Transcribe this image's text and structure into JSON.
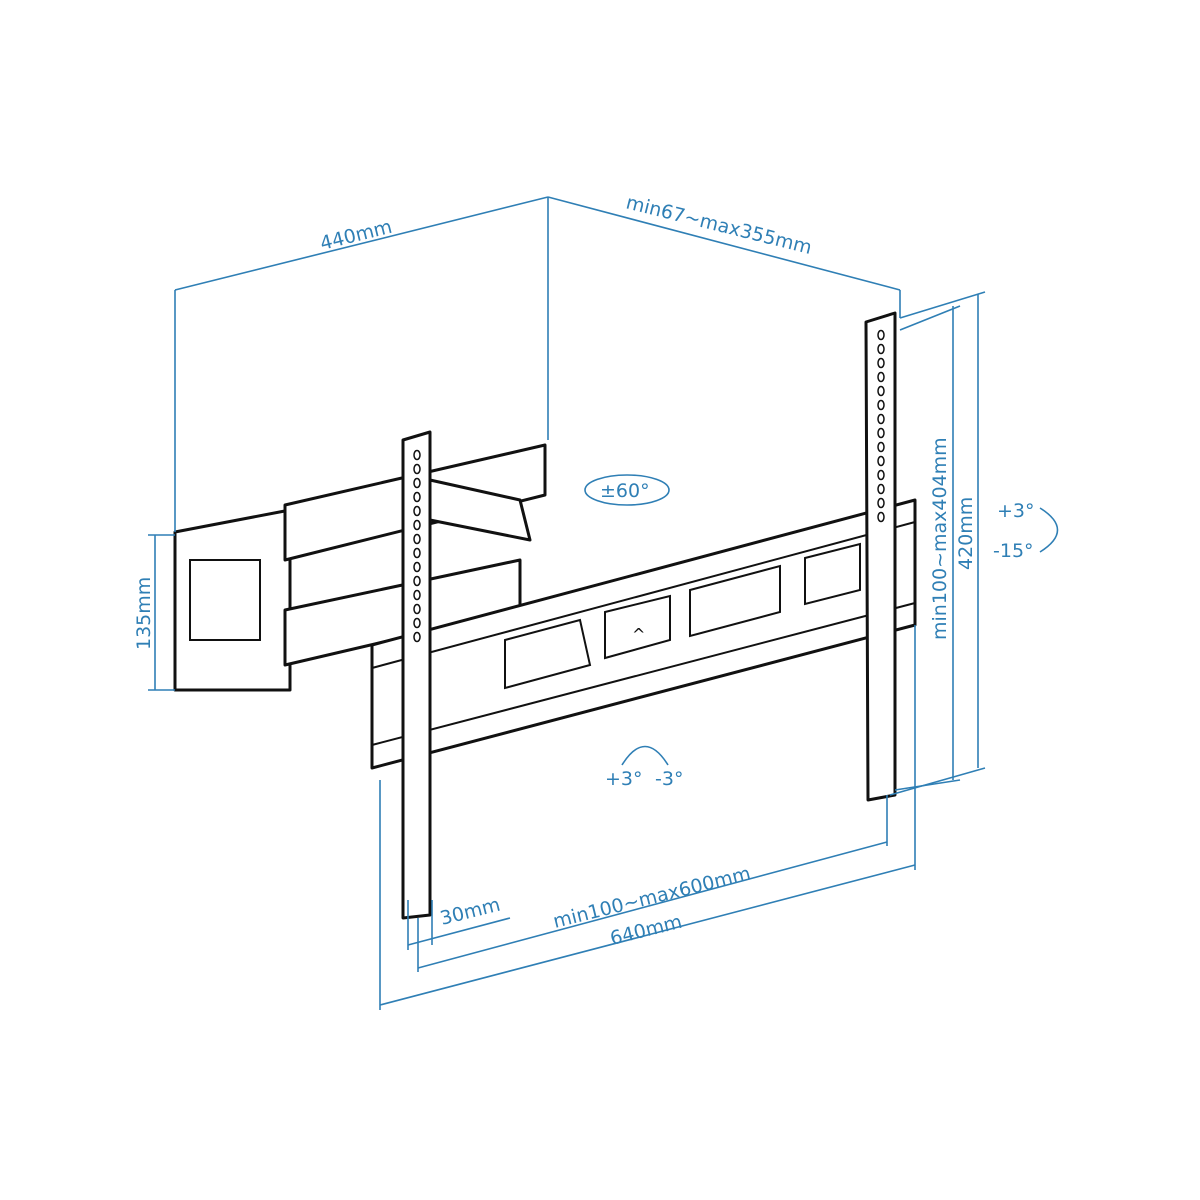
{
  "diagram": {
    "line_color": "#2f7fb5",
    "drawing_color": "#111111",
    "labels": {
      "depth_arm": "440mm",
      "extension": "min67~max355mm",
      "wall_plate_height": "135mm",
      "swivel": "±60°",
      "vesa_vertical": "min100~max404mm",
      "rail_height": "420mm",
      "tilt_up": "+3°",
      "tilt_down": "-15°",
      "rotate_plus": "+3°",
      "rotate_minus": "-3°",
      "rail_width": "30mm",
      "vesa_horizontal": "min100~max600mm",
      "total_width": "640mm"
    }
  }
}
